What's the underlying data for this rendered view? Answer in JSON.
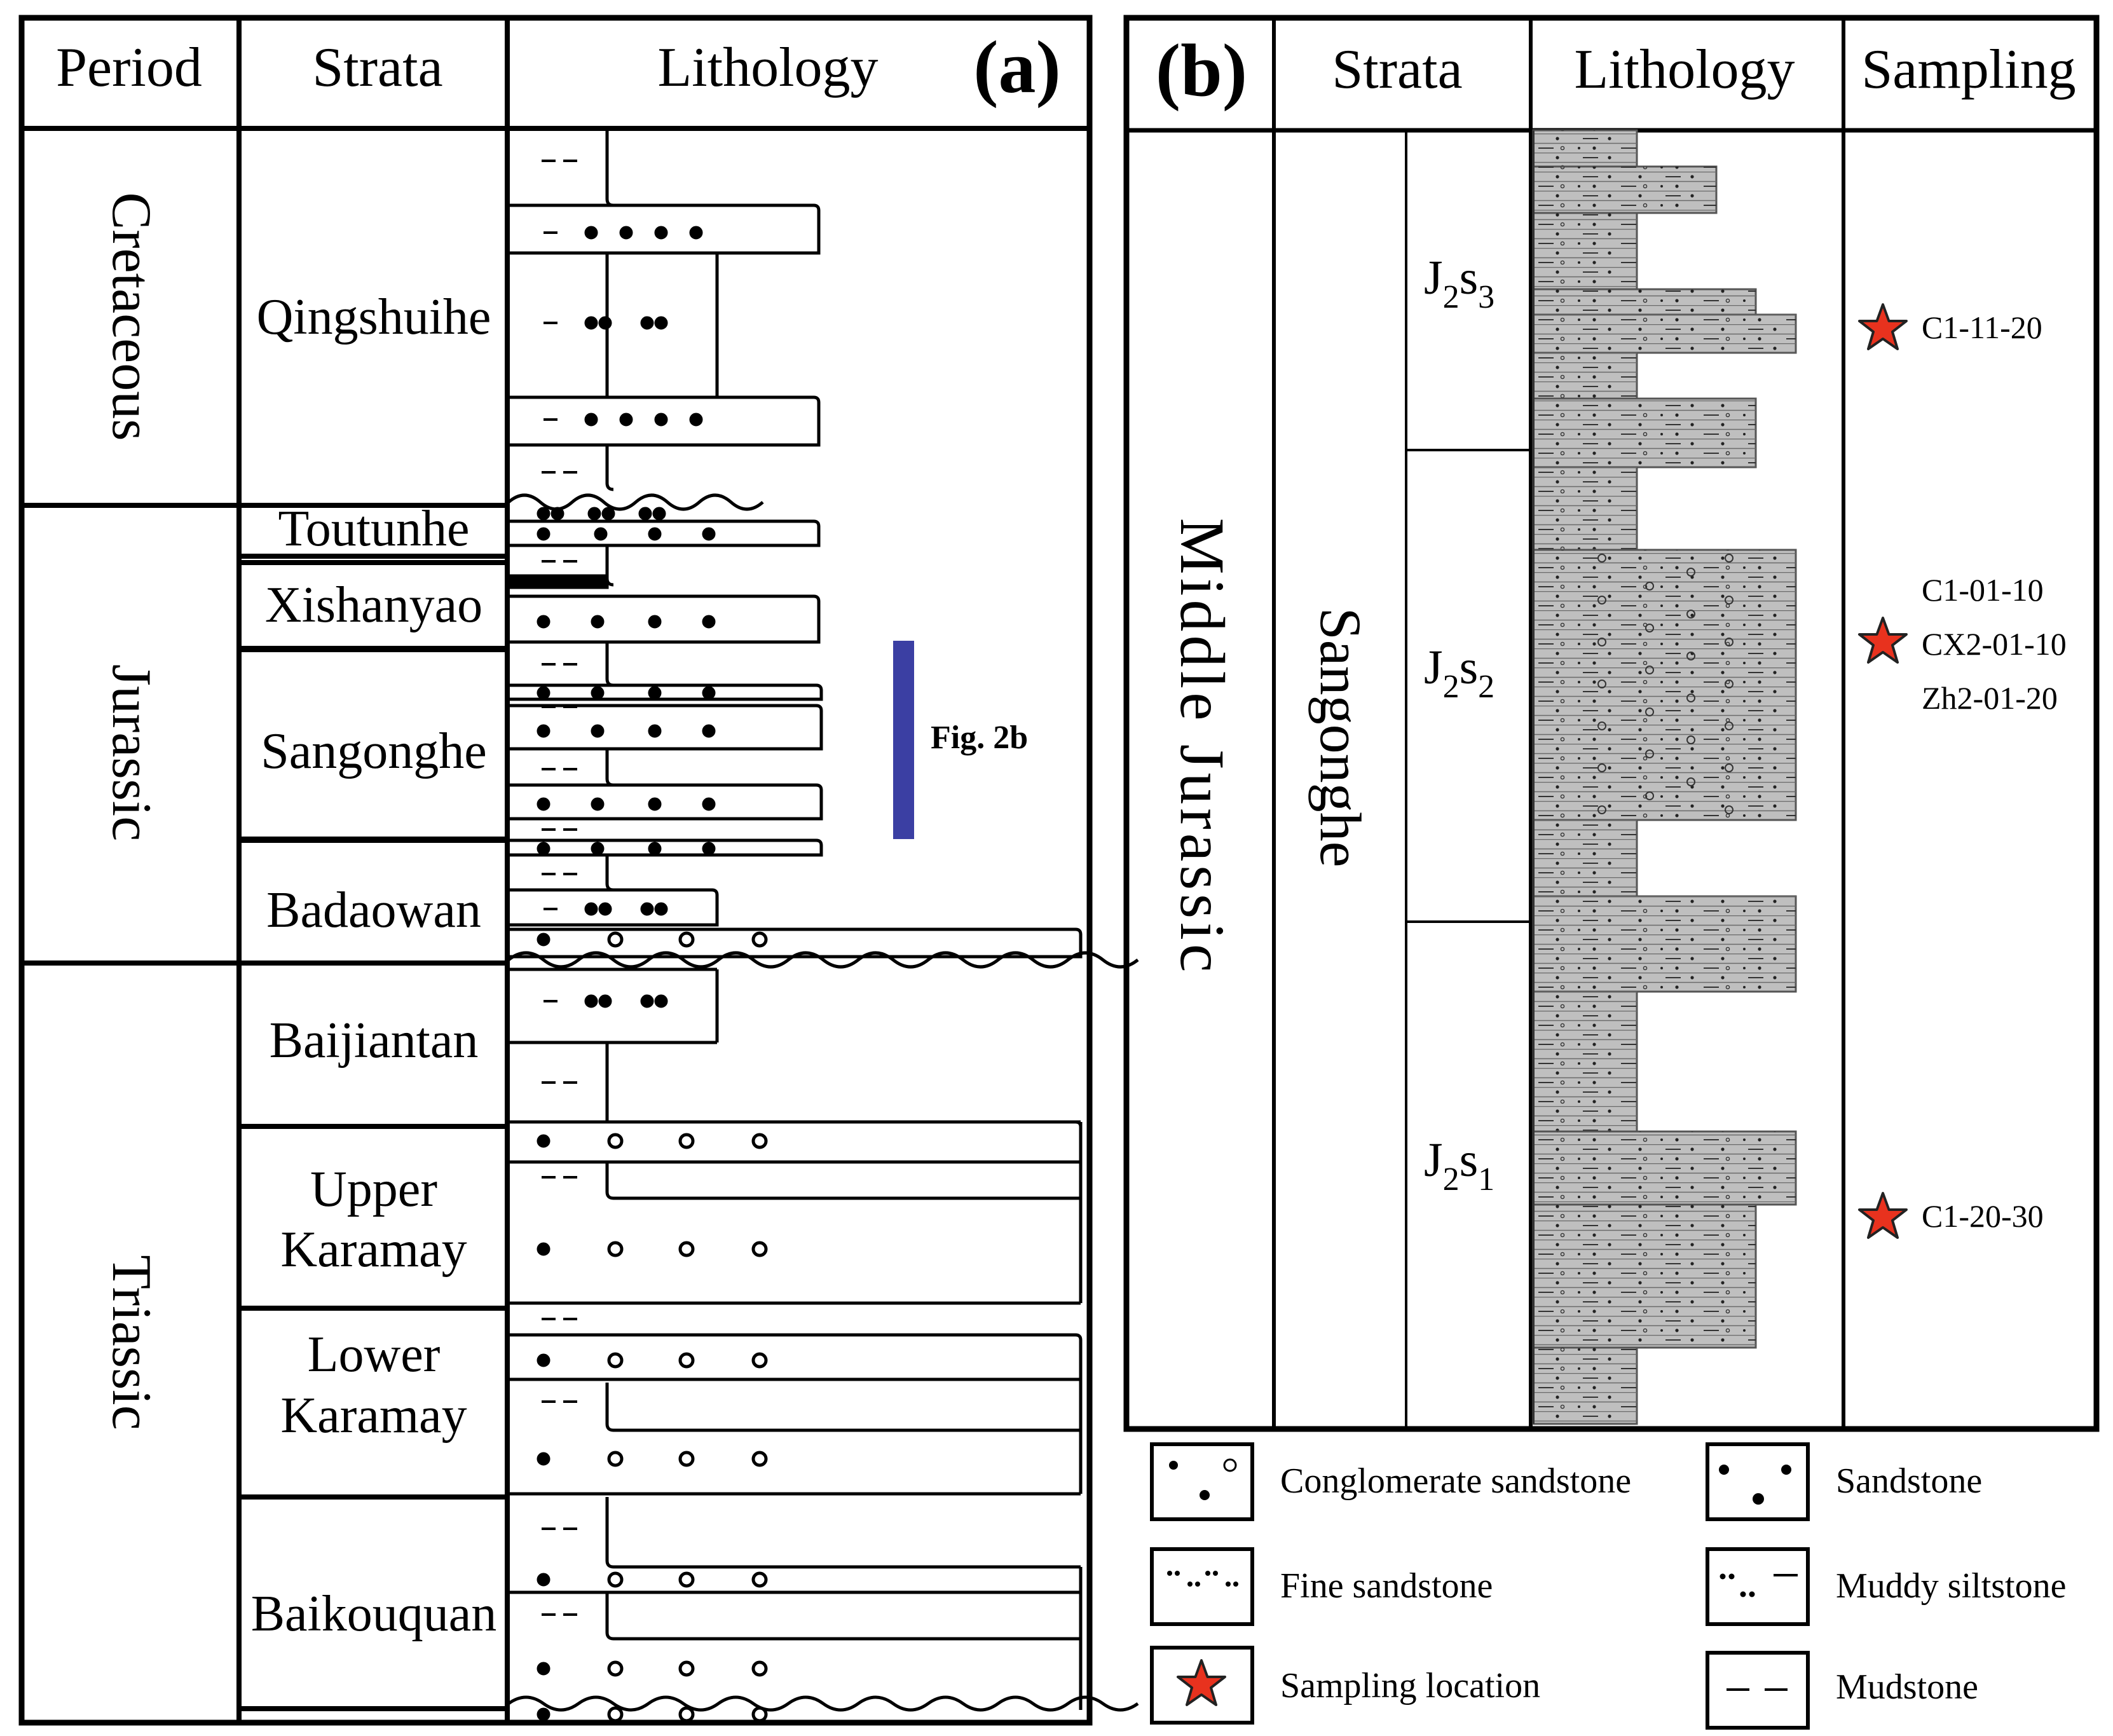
{
  "panel_a": {
    "label": "(a)",
    "headers": {
      "period": "Period",
      "strata": "Strata",
      "lithology": "Lithology"
    },
    "periods": [
      "Cretaceous",
      "Jurassic",
      "Triassic"
    ],
    "strata": [
      "Qingshuihe",
      "Toutunhe",
      "Xishanyao",
      "Sangonghe",
      "Badaowan",
      "Baijiantan",
      "Upper",
      "Karamay",
      "Lower",
      "Karamay",
      "Baikouquan"
    ],
    "fig_ref": "Fig. 2b",
    "marker_color": "#3b3fa3"
  },
  "panel_b": {
    "label": "(b)",
    "headers": {
      "strata": "Strata",
      "lithology": "Lithology",
      "sampling": "Sampling"
    },
    "series": "Middle Jurassic",
    "formation": "Sangonghe",
    "members": [
      {
        "base": "J",
        "sub1": "2",
        "mid": "s",
        "sub2": "3"
      },
      {
        "base": "J",
        "sub1": "2",
        "mid": "s",
        "sub2": "2"
      },
      {
        "base": "J",
        "sub1": "2",
        "mid": "s",
        "sub2": "1"
      }
    ],
    "samples": [
      "C1-11-20",
      "C1-01-10",
      "CX2-01-10",
      "Zh2-01-20",
      "C1-20-30"
    ],
    "star_color": "#e8321e",
    "column_fill": "#bfbfbf"
  },
  "legend": [
    "Conglomerate sandstone",
    "Sandstone",
    "Fine sandstone",
    "Muddy siltstone",
    "Sampling location",
    "Mudstone"
  ]
}
